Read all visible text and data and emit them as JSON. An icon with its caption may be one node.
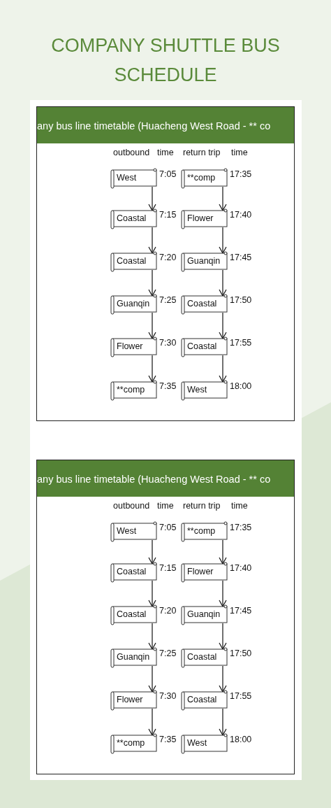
{
  "diagram": {
    "title": "COMPANY SHUTTLE BUS SCHEDULE",
    "nodes": [
      {
        "text": [
          "any bus line timetable (Huacheng West Road - ** co",
          "outbound",
          "time",
          "return trip",
          "time"
        ]
      },
      {
        "text": [
          "West"
        ],
        "in": 0,
        "beside": [
          "7:05"
        ]
      },
      {
        "text": [
          "**comp"
        ],
        "in": 0,
        "beside": [
          "17:35"
        ]
      },
      {
        "text": [
          "Coastal"
        ],
        "in": 0,
        "beside": [
          "7:15"
        ]
      },
      {
        "text": [
          "Flower"
        ],
        "in": 0,
        "beside": [
          "17:40"
        ]
      },
      {
        "text": [
          "Coastal"
        ],
        "in": 0,
        "beside": [
          "7:20"
        ]
      },
      {
        "text": [
          "Guanqin"
        ],
        "in": 0,
        "beside": [
          "17:45"
        ]
      },
      {
        "text": [
          "Guanqin"
        ],
        "in": 0,
        "beside": [
          "7:25"
        ]
      },
      {
        "text": [
          "Coastal"
        ],
        "in": 0,
        "beside": [
          "17:50"
        ]
      },
      {
        "text": [
          "Flower"
        ],
        "in": 0,
        "beside": [
          "7:30"
        ]
      },
      {
        "text": [
          "Coastal"
        ],
        "in": 0,
        "beside": [
          "17:55"
        ]
      },
      {
        "text": [
          "**comp"
        ],
        "in": 0,
        "beside": [
          "7:35"
        ]
      },
      {
        "text": [
          "West"
        ],
        "in": 0,
        "beside": [
          "18:00"
        ]
      },
      {
        "text": [
          "any bus line timetable (Huacheng West Road - ** co",
          "outbound",
          "time",
          "return trip",
          "time"
        ]
      },
      {
        "text": [
          "West"
        ],
        "in": 13,
        "beside": [
          "7:05"
        ]
      },
      {
        "text": [
          "**comp"
        ],
        "in": 13,
        "beside": [
          "17:35"
        ]
      },
      {
        "text": [
          "Coastal"
        ],
        "in": 13,
        "beside": [
          "7:15"
        ]
      },
      {
        "text": [
          "Flower"
        ],
        "in": 13,
        "beside": [
          "17:40"
        ]
      },
      {
        "text": [
          "Coastal"
        ],
        "in": 13,
        "beside": [
          "7:20"
        ]
      },
      {
        "text": [
          "Guanqin"
        ],
        "in": 13,
        "beside": [
          "17:45"
        ]
      },
      {
        "text": [
          "Guanqin"
        ],
        "in": 13,
        "beside": [
          "7:25"
        ]
      },
      {
        "text": [
          "Coastal"
        ],
        "in": 13,
        "beside": [
          "17:50"
        ]
      },
      {
        "text": [
          "Flower"
        ],
        "in": 13,
        "beside": [
          "7:30"
        ]
      },
      {
        "text": [
          "Coastal"
        ],
        "in": 13,
        "beside": [
          "17:55"
        ]
      },
      {
        "text": [
          "**comp"
        ],
        "in": 13,
        "beside": [
          "7:35"
        ]
      },
      {
        "text": [
          "West"
        ],
        "in": 13,
        "beside": [
          "18:00"
        ]
      }
    ],
    "edges": [
      {
        "from": 1,
        "to": 3,
        "arrow": "to"
      },
      {
        "from": 3,
        "to": 5,
        "arrow": "to"
      },
      {
        "from": 5,
        "to": 7,
        "arrow": "to"
      },
      {
        "from": 7,
        "to": 9,
        "arrow": "to"
      },
      {
        "from": 9,
        "to": 11,
        "arrow": "to"
      },
      {
        "from": 2,
        "to": 4,
        "arrow": "to"
      },
      {
        "from": 4,
        "to": 6,
        "arrow": "to"
      },
      {
        "from": 6,
        "to": 8,
        "arrow": "to"
      },
      {
        "from": 8,
        "to": 10,
        "arrow": "to"
      },
      {
        "from": 10,
        "to": 12,
        "arrow": "to"
      },
      {
        "from": 14,
        "to": 16,
        "arrow": "to"
      },
      {
        "from": 16,
        "to": 18,
        "arrow": "to"
      },
      {
        "from": 18,
        "to": 20,
        "arrow": "to"
      },
      {
        "from": 20,
        "to": 22,
        "arrow": "to"
      },
      {
        "from": 22,
        "to": 24,
        "arrow": "to"
      },
      {
        "from": 15,
        "to": 17,
        "arrow": "to"
      },
      {
        "from": 17,
        "to": 19,
        "arrow": "to"
      },
      {
        "from": 19,
        "to": 21,
        "arrow": "to"
      },
      {
        "from": 21,
        "to": 23,
        "arrow": "to"
      },
      {
        "from": 23,
        "to": 25,
        "arrow": "to"
      }
    ]
  }
}
